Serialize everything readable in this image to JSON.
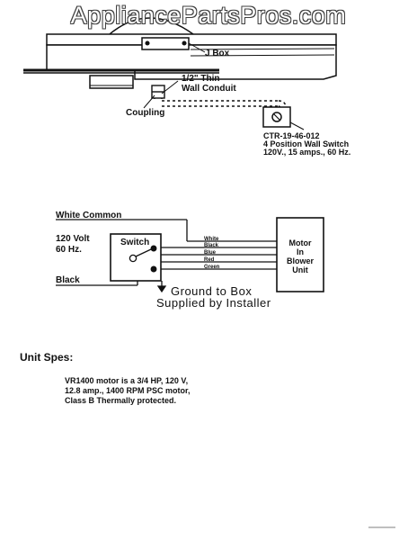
{
  "watermark": "AppliancePartsPros.com",
  "top_diagram": {
    "jbox_label": "J Box",
    "conduit_label_1": "1/2\" Thin",
    "conduit_label_2": "Wall Conduit",
    "coupling_label": "Coupling",
    "switch_model": "CTR-19-46-012",
    "switch_desc_1": "4 Position Wall Switch",
    "switch_desc_2": "120V., 15 amps., 60 Hz."
  },
  "wiring_diagram": {
    "white_common": "White Common",
    "volt_label": "120 Volt",
    "hz_label": "60 Hz.",
    "switch_label": "Switch",
    "black_label": "Black",
    "wires": [
      "White",
      "Black",
      "Blue",
      "Red",
      "Green"
    ],
    "motor_label_lines": [
      "Motor",
      "In",
      "Blower",
      "Unit"
    ],
    "ground_line_1": "Ground to Box",
    "ground_line_2": "Supplied by Installer"
  },
  "unit_specs": {
    "heading": "Unit Spes:",
    "lines": [
      "VR1400 motor is a 3/4 HP, 120 V,",
      "12.8 amp., 1400 RPM PSC motor,",
      "Class B Thermally protected."
    ]
  }
}
